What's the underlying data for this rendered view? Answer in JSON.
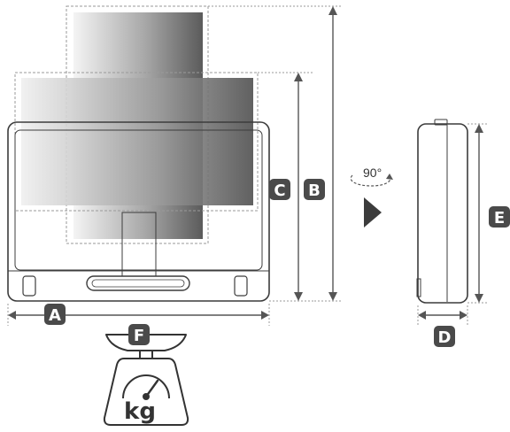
{
  "diagram": {
    "labels": {
      "width": "A",
      "height_extended": "B",
      "height_retracted": "C",
      "depth": "D",
      "depth_height": "E",
      "weight": "F"
    },
    "rotation_label": "90°",
    "weight_unit": "kg",
    "colors": {
      "badge": "#4a4a4a",
      "outline": "#3c3c3c",
      "dash": "#9a9a9a",
      "dimension_line": "#555555",
      "screen_light": "#f4f4f4",
      "screen_dark": "#5b5b5b"
    },
    "icons": {
      "rotation": "rotate-arrow-icon",
      "direction": "play-arrow-icon",
      "weight": "scale-icon"
    }
  }
}
